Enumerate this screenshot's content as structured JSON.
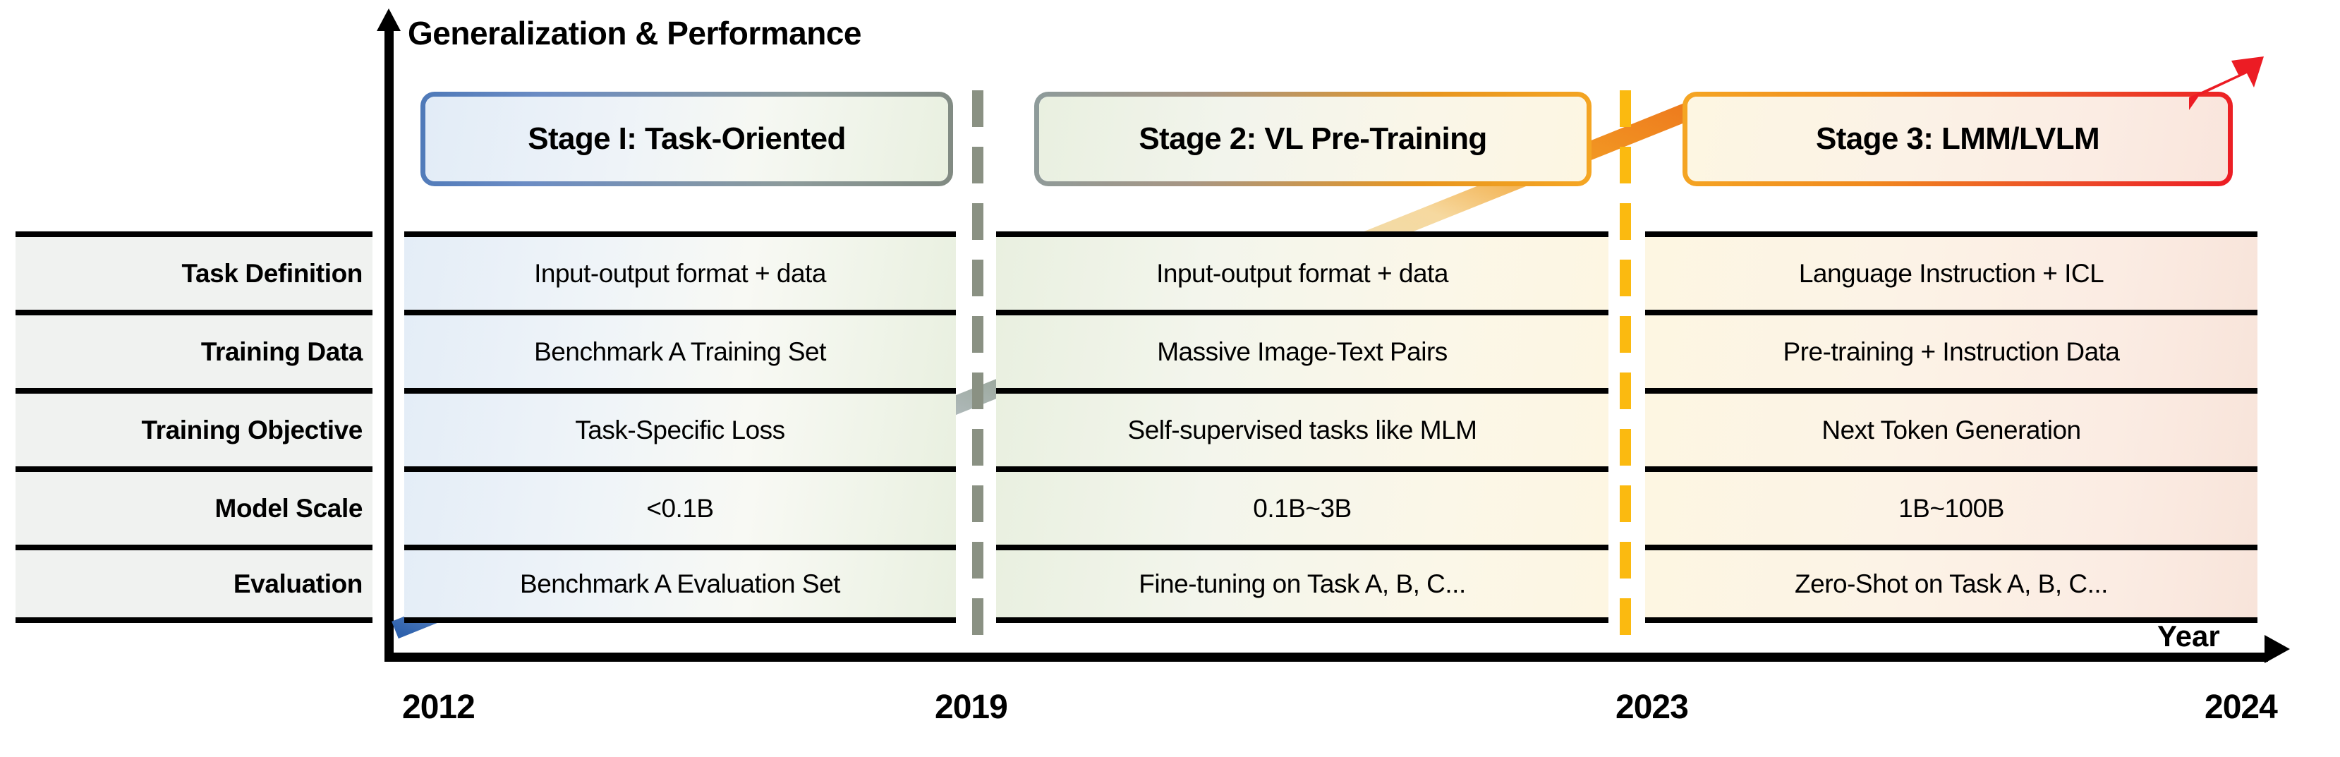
{
  "axis": {
    "y_title": "Generalization & Performance",
    "x_title": "Year",
    "year_ticks": [
      "2012",
      "2019",
      "2023",
      "2024"
    ]
  },
  "stages": [
    {
      "label": "Stage I: Task-Oriented",
      "accent": "#4e79b8"
    },
    {
      "label": "Stage 2: VL Pre-Training",
      "accent": "#F5A623"
    },
    {
      "label": "Stage 3: LMM/LVLM",
      "accent": "#EC1C24"
    }
  ],
  "table": {
    "row_labels": [
      "Task Definition",
      "Training Data",
      "Training Objective",
      "Model Scale",
      "Evaluation"
    ],
    "columns": [
      {
        "stage": "Stage I: Task-Oriented",
        "cells": [
          "Input-output format + data",
          "Benchmark A Training Set",
          "Task-Specific Loss",
          "<0.1B",
          "Benchmark A Evaluation Set"
        ]
      },
      {
        "stage": "Stage 2: VL Pre-Training",
        "cells": [
          "Input-output format + data",
          "Massive Image-Text Pairs",
          "Self-supervised tasks like MLM",
          "0.1B~3B",
          "Fine-tuning on Task A, B, C..."
        ]
      },
      {
        "stage": "Stage 3: LMM/LVLM",
        "cells": [
          "Language Instruction + ICL",
          "Pre-training +  Instruction Data",
          "Next Token Generation",
          "1B~100B",
          "Zero-Shot on Task A, B, C..."
        ]
      }
    ]
  },
  "chart_data": {
    "type": "line",
    "title": "Generalization & Performance",
    "xlabel": "Year",
    "ylabel": "Generalization & Performance",
    "x": [
      "2012",
      "2019",
      "2023",
      "2024"
    ],
    "categories": [
      "2012",
      "2019",
      "2023",
      "2024"
    ],
    "series": [
      {
        "name": "Generalization & Performance trend",
        "values": [
          0,
          45,
          82,
          100
        ],
        "note": "monotonically increasing arrow, gradient blue -> gray -> orange -> red"
      }
    ],
    "annotations": [
      "Stage I: Task-Oriented (2012-2019)",
      "Stage 2: VL Pre-Training (2019-2023)",
      "Stage 3: LMM/LVLM (2023-2024)"
    ],
    "grid": false,
    "legend": "none"
  },
  "colors": {
    "stage1_border_start": "#4e79b8",
    "stage1_border_end": "#818a82",
    "stage2_border_start": "#8d9b9b",
    "stage2_border_end": "#F5A623",
    "stage3_border_start": "#F5A623",
    "stage3_border_end": "#EC1C24",
    "divider_2019": "#8a9183",
    "divider_2023": "#FBBA10",
    "arrow_red": "#EC1C24",
    "label_bg": "#f0f2f0"
  }
}
